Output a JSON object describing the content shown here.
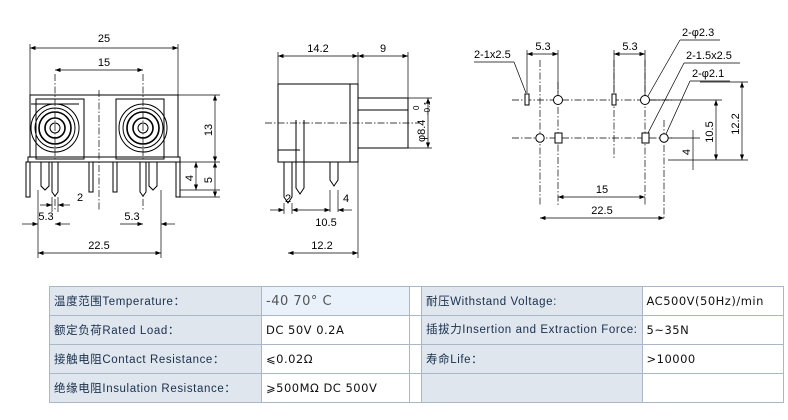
{
  "drawing": {
    "front": {
      "width_total": "25",
      "pitch": "15",
      "height_13": "13",
      "pin_4": "4",
      "pin_5": "5",
      "pin_2": "2",
      "pin_5_3_left": "5.3",
      "pin_5_3_right": "5.3",
      "base_22_5": "22.5"
    },
    "side": {
      "depth_14_2": "14.2",
      "depth_9": "9",
      "dia_label": "φ8.4",
      "tol_upper": "0",
      "tol_lower": "-0.1",
      "pin_2": "2",
      "pin_4": "4",
      "len_10_5": "10.5",
      "len_12_2": "12.2"
    },
    "pcb": {
      "slots_left": "2-1x2.5",
      "dim_5_3_left": "5.3",
      "dim_5_3_right": "5.3",
      "hole_2_3": "2-φ2.3",
      "slots_right": "2-1.5x2.5",
      "hole_2_1": "2-φ2.1",
      "dim_4": "4",
      "dim_10_5": "10.5",
      "dim_12_2": "12.2",
      "dim_15": "15",
      "dim_22_5": "22.5"
    }
  },
  "specs": {
    "rows": [
      {
        "left_label": "温度范围Temperature：",
        "left_value": "-40    70° C",
        "right_label": "耐压Withstand Voltage:",
        "right_value": "AC500V(50Hz)/min"
      },
      {
        "left_label": "额定负荷Rated Load：",
        "left_value": "DC 50V 0.2A",
        "right_label": "插拔力Insertion and Extraction Force:",
        "right_value": "5~35N"
      },
      {
        "left_label": "接触电阻Contact Resistance：",
        "left_value": "⩽0.02Ω",
        "right_label": "寿命Life：",
        "right_value": ">10000"
      },
      {
        "left_label": "绝缘电阻Insulation Resistance：",
        "left_value": "⩾500MΩ  DC  500V",
        "right_label": "",
        "right_value": ""
      }
    ]
  }
}
